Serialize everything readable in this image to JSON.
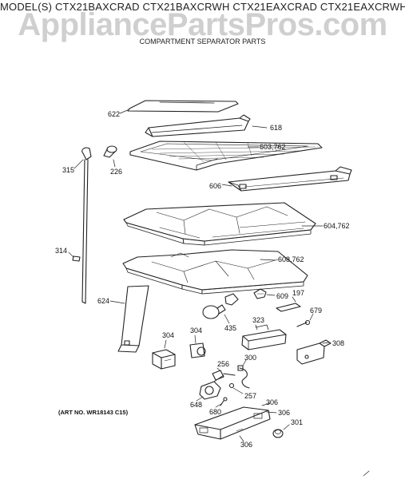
{
  "header": {
    "model_line": "MODEL(S) CTX21BAXCRAD  CTX21BAXCRWH  CTX21EAXCRAD  CTX21EAXCRWH",
    "watermark": "AppliancePartsPros.com",
    "subtitle": "COMPARTMENT SEPARATOR PARTS"
  },
  "callouts": {
    "p622": "622",
    "p618": "618",
    "p603": "603,762",
    "p315": "315",
    "p226": "226",
    "p606": "606",
    "p604": "604,762",
    "p314": "314",
    "p608": "608,762",
    "p624": "624",
    "p609": "609",
    "p197": "197",
    "p679": "679",
    "p435": "435",
    "p323": "323",
    "p304a": "304",
    "p304b": "304",
    "p308": "308",
    "p256": "256",
    "p300": "300",
    "p257": "257",
    "p648": "648",
    "p680": "680",
    "p306a": "306",
    "p306b": "306",
    "p306c": "306",
    "p301": "301"
  },
  "art_no": "(ART NO. WR18143 C15)"
}
